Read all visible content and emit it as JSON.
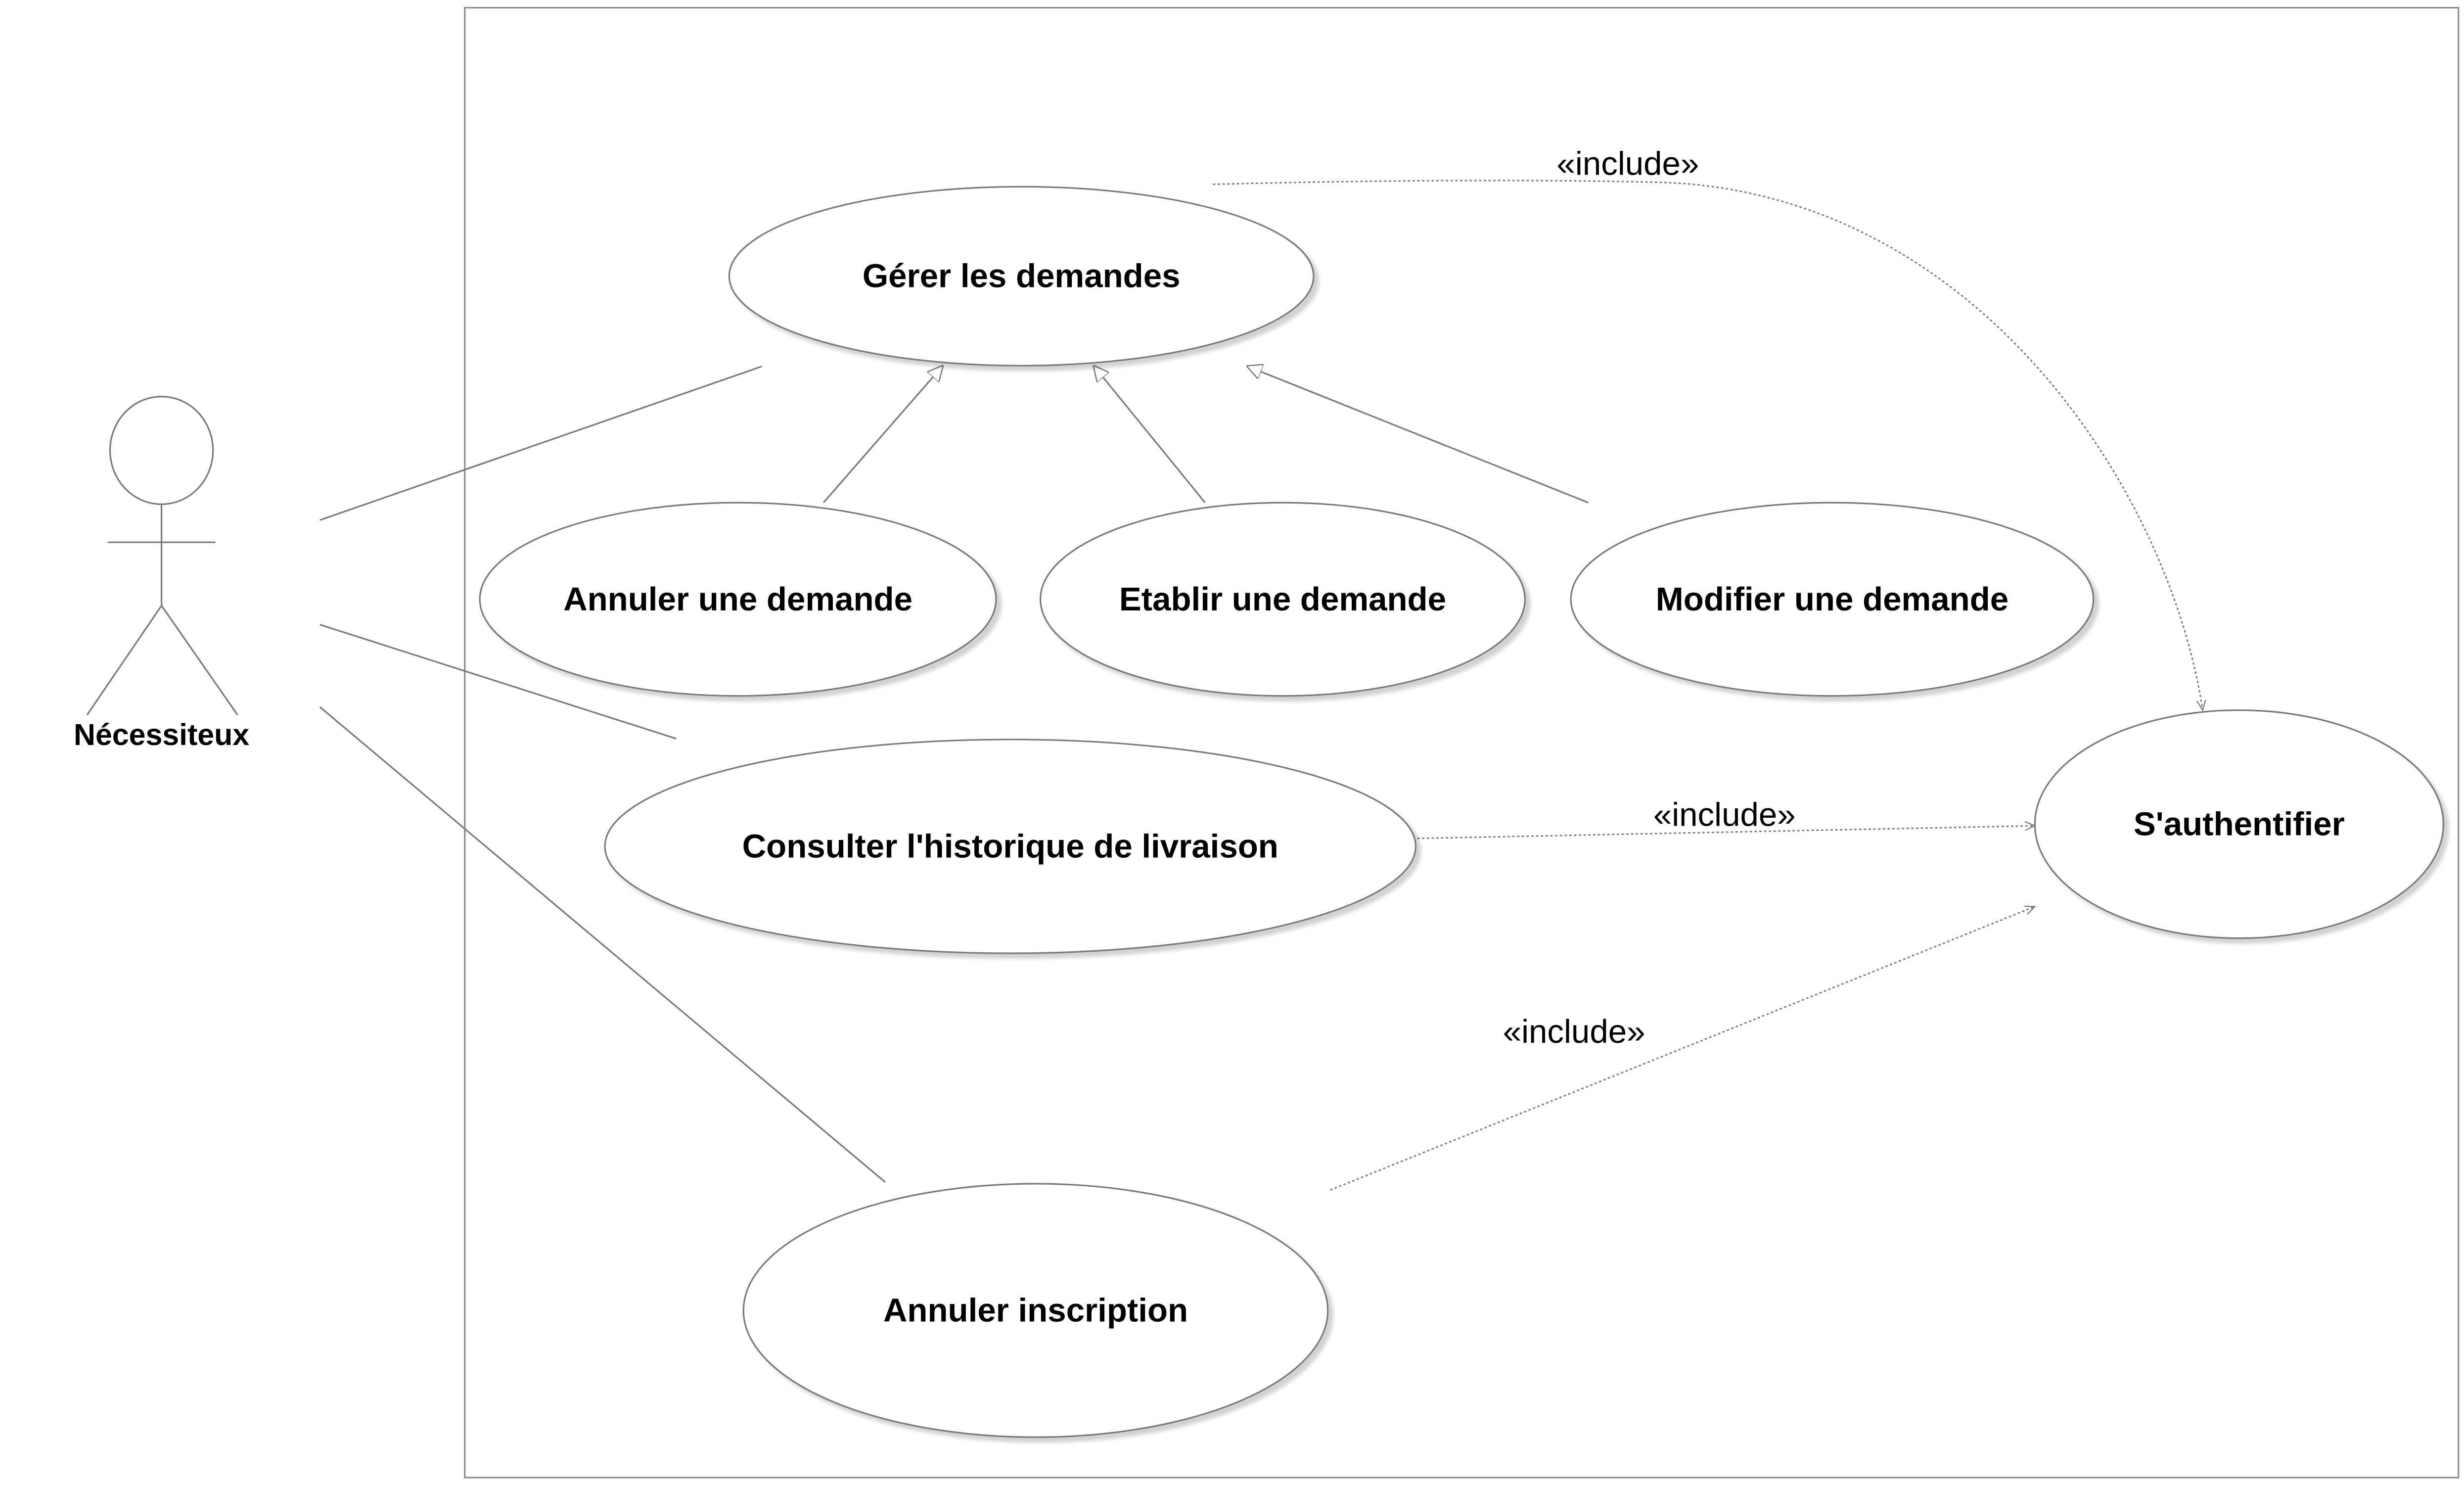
{
  "actor": {
    "name": "Nécessiteux"
  },
  "use_cases": {
    "gerer": "Gérer les demandes",
    "annuler_demande": "Annuler une demande",
    "etablir": "Etablir une demande",
    "modifier": "Modifier une demande",
    "consulter": "Consulter l'historique de livraison",
    "authentifier": "S'authentifier",
    "annuler_inscription": "Annuler inscription"
  },
  "relations": {
    "include_gerer": "«include»",
    "include_consulter": "«include»",
    "include_annuler_inscription": "«include»"
  },
  "colors": {
    "line": "#7a7a7a",
    "text": "#000000",
    "shadow": "#d6d6d6",
    "background": "#ffffff"
  }
}
